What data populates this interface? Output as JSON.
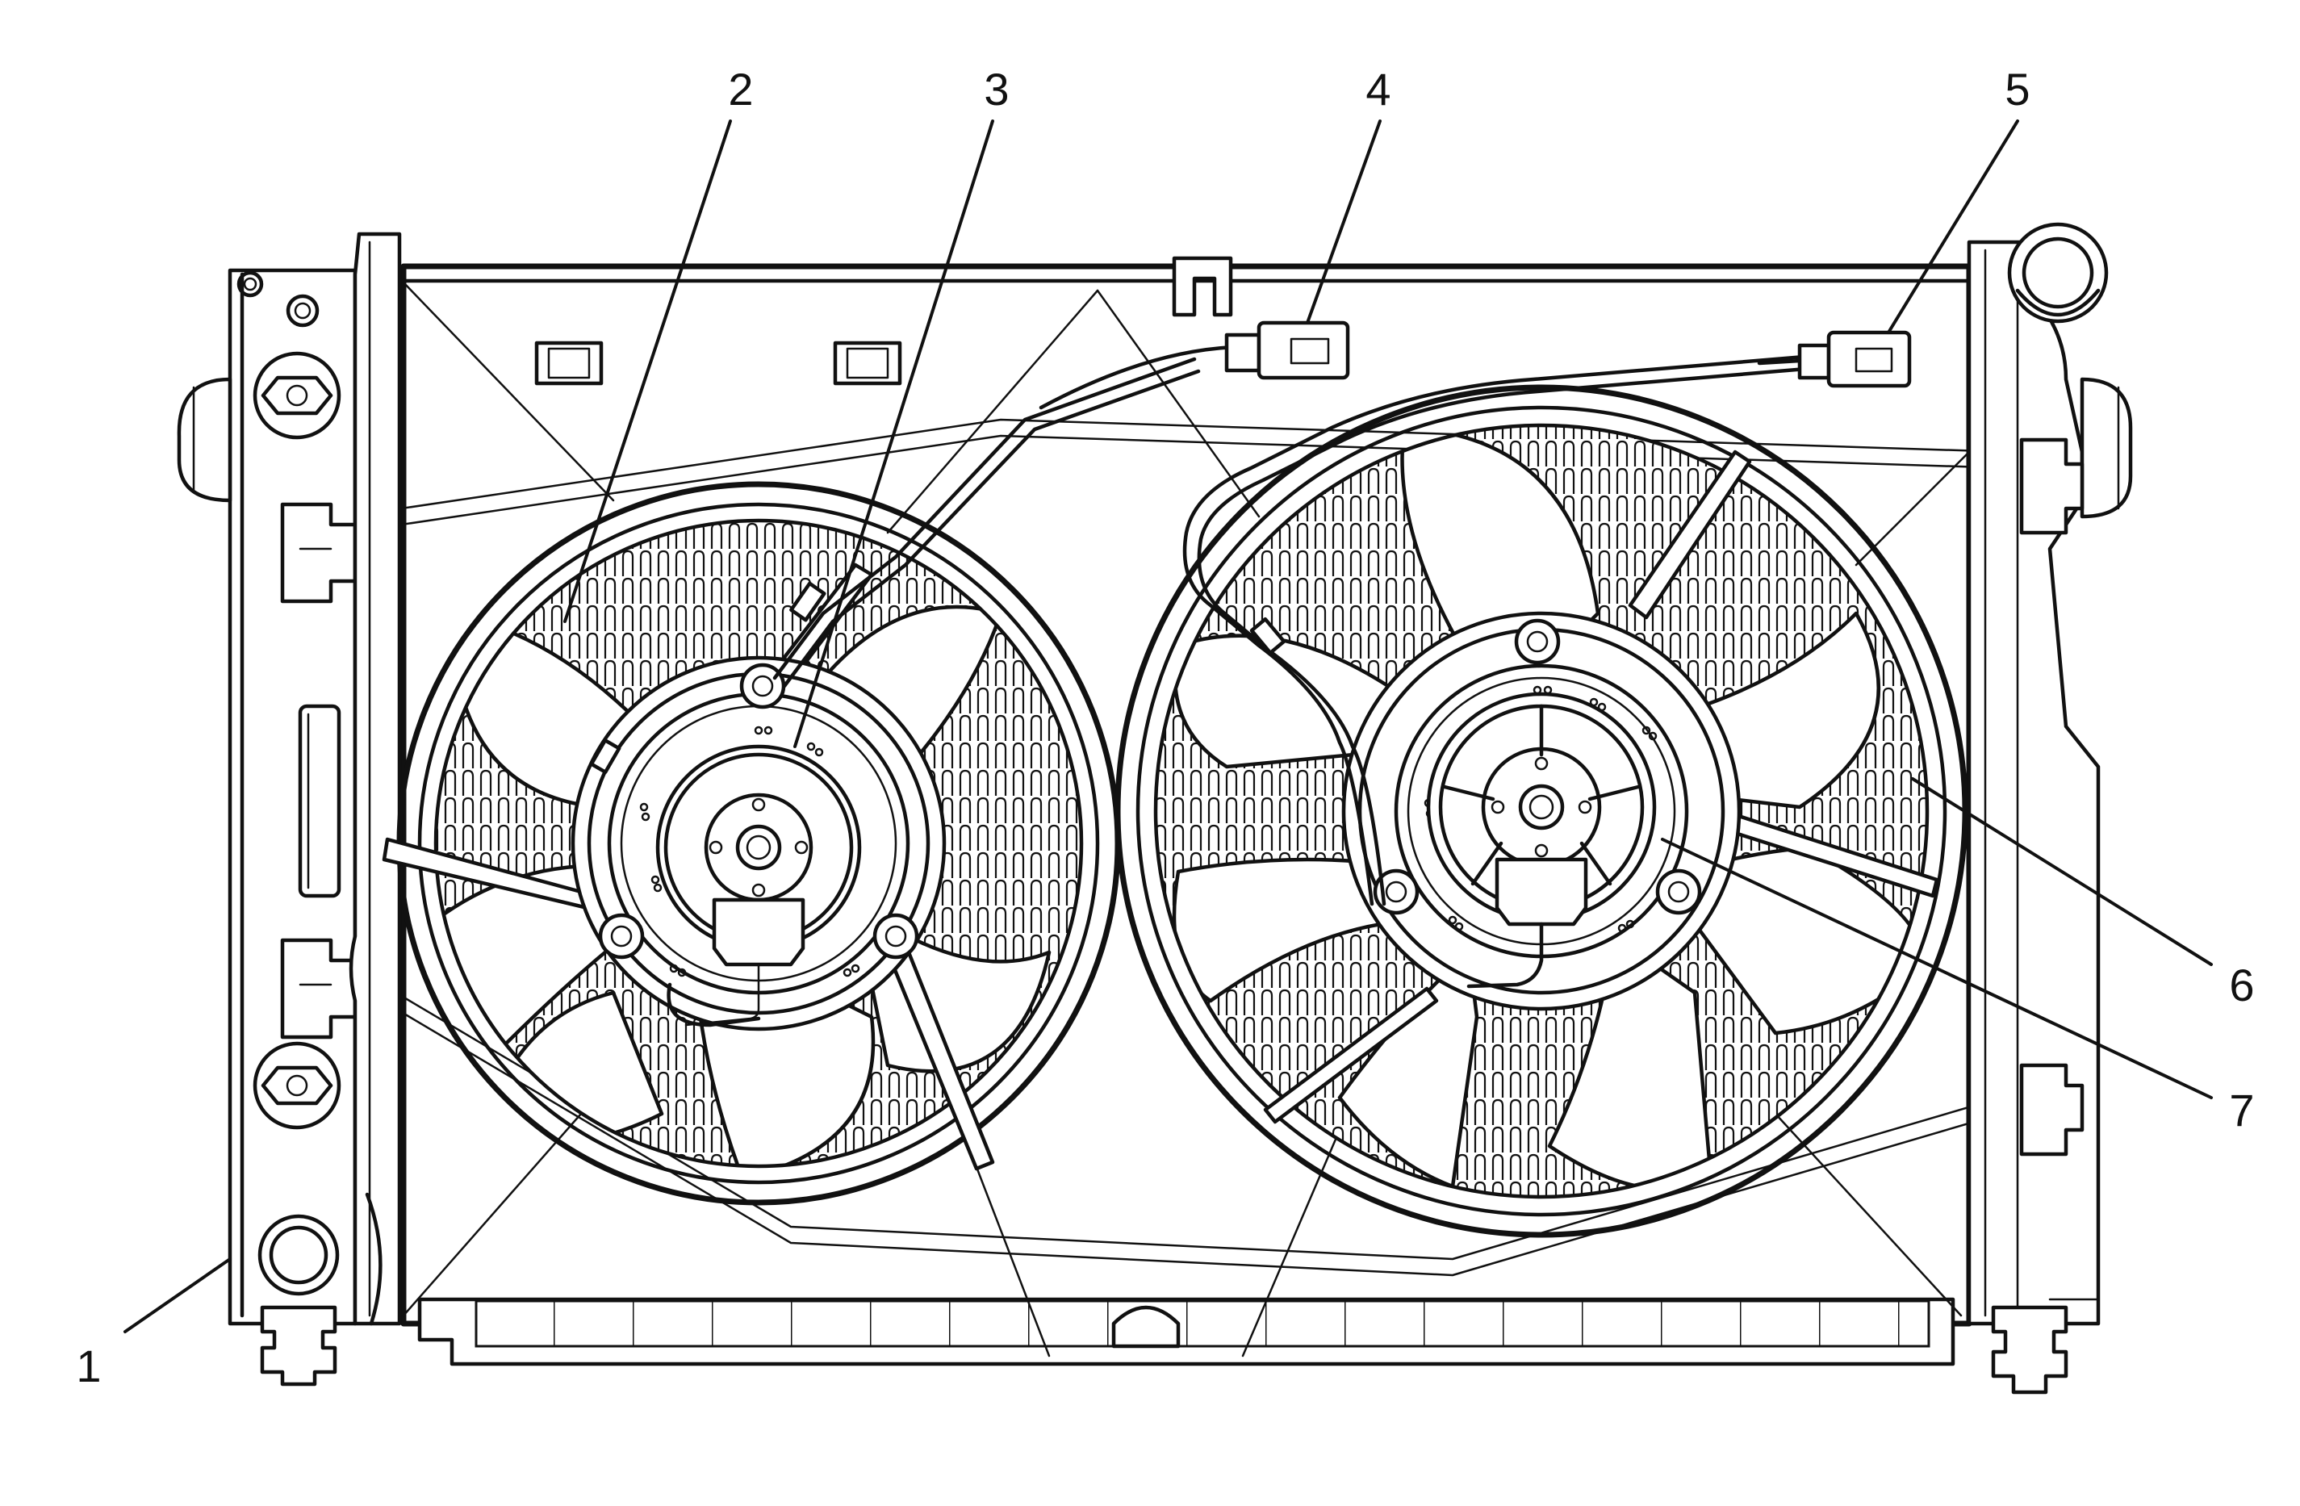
{
  "diagram": {
    "callouts": [
      {
        "id": "1",
        "label": "1"
      },
      {
        "id": "2",
        "label": "2"
      },
      {
        "id": "3",
        "label": "3"
      },
      {
        "id": "4",
        "label": "4"
      },
      {
        "id": "5",
        "label": "5"
      },
      {
        "id": "6",
        "label": "6"
      },
      {
        "id": "7",
        "label": "7"
      }
    ],
    "colors": {
      "ink": "#111111",
      "background": "#ffffff"
    }
  }
}
